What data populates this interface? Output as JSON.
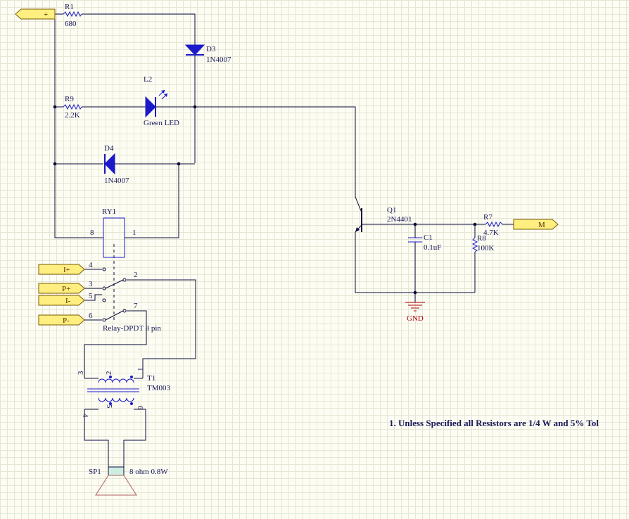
{
  "ports": {
    "plus": "+",
    "i_plus": "I+",
    "p_plus": "P+",
    "i_minus": "I-",
    "p_minus": "P-",
    "m": "M"
  },
  "components": {
    "r1": {
      "ref": "R1",
      "value": "680"
    },
    "d3": {
      "ref": "D3",
      "value": "1N4007"
    },
    "l2": {
      "ref": "L2",
      "value": "Green LED"
    },
    "r9": {
      "ref": "R9",
      "value": "2.2K"
    },
    "d4": {
      "ref": "D4",
      "value": "1N4007"
    },
    "ry1": {
      "ref": "RY1",
      "value": "Relay-DPDT 8 pin"
    },
    "q1": {
      "ref": "Q1",
      "value": "2N4401"
    },
    "c1": {
      "ref": "C1",
      "value": "0.1uF"
    },
    "r7": {
      "ref": "R7",
      "value": "4.7K"
    },
    "r8": {
      "ref": "R8",
      "value": "100K"
    },
    "t1": {
      "ref": "T1",
      "value": "TM003"
    },
    "sp1": {
      "ref": "SP1",
      "value": "8 ohm 0.8W"
    },
    "gnd": "GND"
  },
  "pins": {
    "relay_8": "8",
    "relay_1": "1",
    "relay_4": "4",
    "relay_3": "3",
    "relay_5": "5",
    "relay_6": "6",
    "relay_2": "2",
    "relay_7": "7",
    "t1_1": "1",
    "t1_2": "2",
    "t1_3": "3",
    "t1_4": "4",
    "t1_5": "5",
    "t1_6": "6"
  },
  "note": "1. Unless Specified all Resistors are 1/4 W and 5% Tol",
  "colors": {
    "wire": "#0a0a3a",
    "component": "#1a1ac8",
    "port_fill": "#ffef80",
    "ground": "#b00000"
  }
}
